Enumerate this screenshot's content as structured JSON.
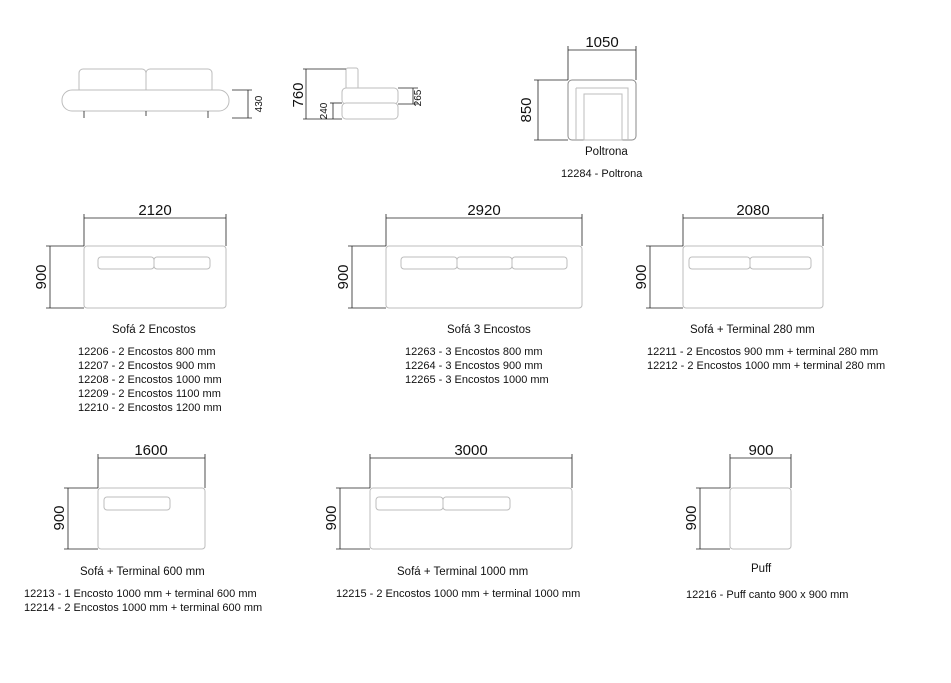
{
  "dimensions": {
    "sofa_side_h": "430",
    "profile_h": "760",
    "profile_seat": "240",
    "profile_arm": "265",
    "poltrona_w": "1050",
    "poltrona_d": "850",
    "s2_w": "2120",
    "s2_d": "900",
    "s3_w": "2920",
    "s3_d": "900",
    "s280_w": "2080",
    "s280_d": "900",
    "s600_w": "1600",
    "s600_d": "900",
    "s1000_w": "3000",
    "s1000_d": "900",
    "puff_w": "900",
    "puff_d": "900"
  },
  "poltrona": {
    "name": "Poltrona",
    "item": "12284 - Poltrona"
  },
  "sofa2": {
    "title": "Sofá 2 Encostos",
    "items": [
      "12206 - 2 Encostos 800 mm",
      "12207 - 2 Encostos 900 mm",
      "12208 - 2 Encostos 1000 mm",
      "12209 - 2 Encostos 1100 mm",
      "12210 - 2 Encostos 1200 mm"
    ]
  },
  "sofa3": {
    "title": "Sofá 3 Encostos",
    "items": [
      "12263 - 3 Encostos 800 mm",
      "12264 - 3 Encostos 900 mm",
      "12265 - 3 Encostos 1000 mm"
    ]
  },
  "sofa_t280": {
    "title": "Sofá + Terminal 280 mm",
    "items": [
      "12211 - 2 Encostos 900 mm + terminal 280 mm",
      "12212 - 2 Encostos 1000 mm + terminal 280 mm"
    ]
  },
  "sofa_t600": {
    "title": "Sofá + Terminal 600 mm",
    "items": [
      "12213 - 1 Encosto 1000 mm + terminal 600 mm",
      "12214 - 2 Encostos 1000 mm + terminal 600 mm"
    ]
  },
  "sofa_t1000": {
    "title": "Sofá + Terminal 1000 mm",
    "items": [
      "12215 - 2 Encostos 1000 mm + terminal 1000 mm"
    ]
  },
  "puff": {
    "title": "Puff",
    "item": "12216 - Puff canto 900 x 900 mm"
  }
}
